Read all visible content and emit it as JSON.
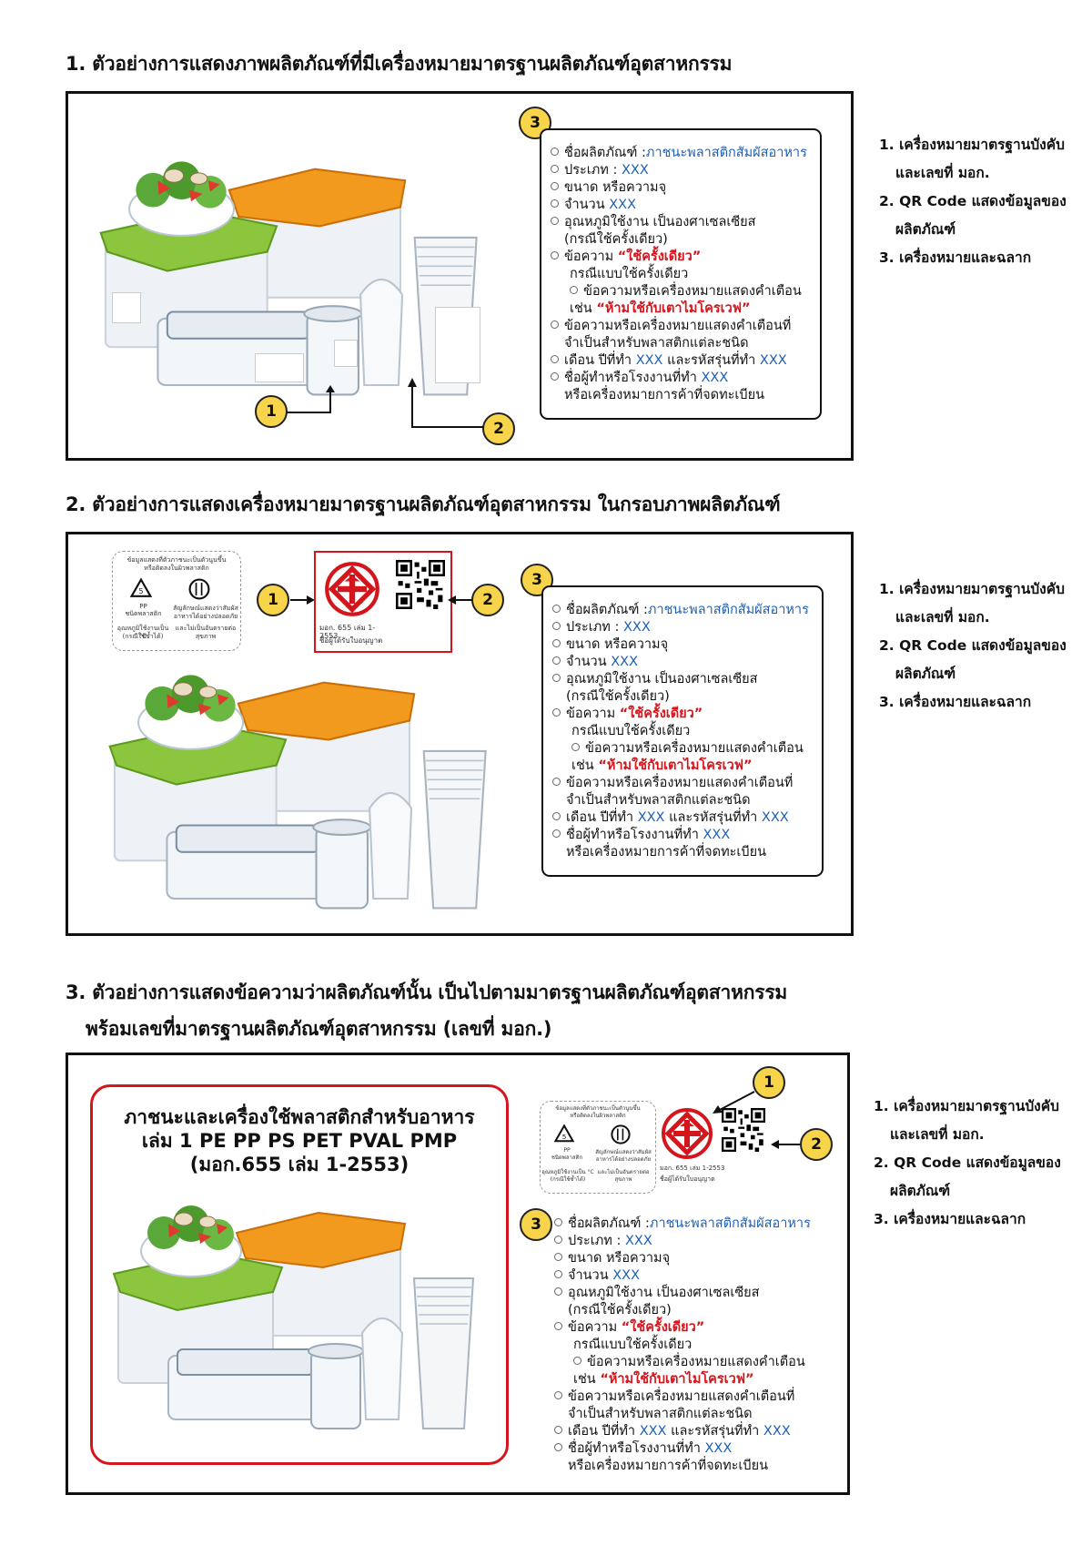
{
  "sections": [
    {
      "heading": "1. ตัวอย่างการแสดงภาพผลิตภัณฑ์ที่มีเครื่องหมายมาตรฐานผลิตภัณฑ์อุตสาหกรรม"
    },
    {
      "heading": "2. ตัวอย่างการแสดงเครื่องหมายมาตรฐานผลิตภัณฑ์อุตสาหกรรม ในกรอบภาพผลิตภัณฑ์"
    },
    {
      "heading_line1": "3. ตัวอย่างการแสดงข้อความว่าผลิตภัณฑ์นั้น เป็นไปตามมาตรฐานผลิตภัณฑ์อุตสาหกรรม",
      "heading_line2": "พร้อมเลขที่มาตรฐานผลิตภัณฑ์อุตสาหกรรม (เลขที่ มอก.)",
      "standard_title_line1": "ภาชนะและเครื่องใช้พลาสติกสำหรับอาหาร",
      "standard_title_line2": "เล่ม 1 PE PP PS PET PVAL PMP",
      "standard_title_line3": "(มอก.655 เล่ม 1-2553)"
    }
  ],
  "markers": {
    "one": "1",
    "two": "2",
    "three": "3"
  },
  "label_info": {
    "product_name_label": "ชื่อผลิตภัณฑ์ :",
    "product_name_value": "ภาชนะพลาสติกสัมผัสอาหาร",
    "type_label": "ประเภท : ",
    "xxx": "XXX",
    "size": "ขนาด หรือความจุ",
    "quantity_label": "จำนวน ",
    "temp_line1": "อุณหภูมิใช้งาน เป็นองศาเซลเซียส",
    "temp_line2": "(กรณีใช้ครั้งเดียว)",
    "message_label": "ข้อความ ",
    "single_use_quote": "“ใช้ครั้งเดียว”",
    "single_use_case": "กรณีแบบใช้ครั้งเดียว",
    "warning_line1": "ข้อความหรือเครื่องหมายแสดงคำเตือน",
    "warning_example_label": "เช่น ",
    "warning_example_quote": "“ห้ามใช้กับเตาไมโครเวฟ”",
    "warning2_line1": "ข้อความหรือเครื่องหมายแสดงคำเตือนที่",
    "warning2_line2": "จำเป็นสำหรับพลาสติกแต่ละชนิด",
    "date_label": "เดือน ปีที่ทำ ",
    "batch_label": " และรหัสรุ่นที่ทำ ",
    "maker_label": "ชื่อผู้ทำหรือโรงงานที่ทำ ",
    "trademark_line": "หรือเครื่องหมายการค้าที่จดทะเบียน"
  },
  "legend": {
    "item1_line1": "1. เครื่องหมายมาตรฐานบังคับ",
    "item1_line2": "และเลขที่ มอก.",
    "item2_line1": "2. QR Code แสดงข้อมูลของ",
    "item2_line2": "ผลิตภัณฑ์",
    "item3": "3. เครื่องหมายและฉลาก"
  },
  "mark_card": {
    "tis_number": "มอก. 655 เล่ม 1-2553",
    "licensee": "ชื่อผู้ได้รับใบอนุญาต"
  },
  "plastic_card": {
    "title1": "ข้อมูลแสดงที่ตัวภาชนะเป็นตัวนูนขึ้น",
    "title2": "หรือติดลงในผิวพลาสติก",
    "pp": "PP",
    "type": "ชนิดพลาสติก",
    "food_safe1": "สัญลักษณ์แสดงว่าสัมผัส",
    "food_safe2": "อาหารได้อย่างปลอดภัย",
    "temp1": "อุณหภูมิใช้งานเป็น °C",
    "temp2": "(กรณีใช้ซ้ำได้)",
    "micro1": "และไม่เป็นอันตรายต่อ",
    "micro2": "สุขภาพ"
  },
  "colors": {
    "accent_red": "#d4161c",
    "marker_yellow": "#f8d44a",
    "link_blue": "#1f5fb2",
    "lid_orange": "#f29a1d",
    "lid_green": "#8cc63f"
  }
}
